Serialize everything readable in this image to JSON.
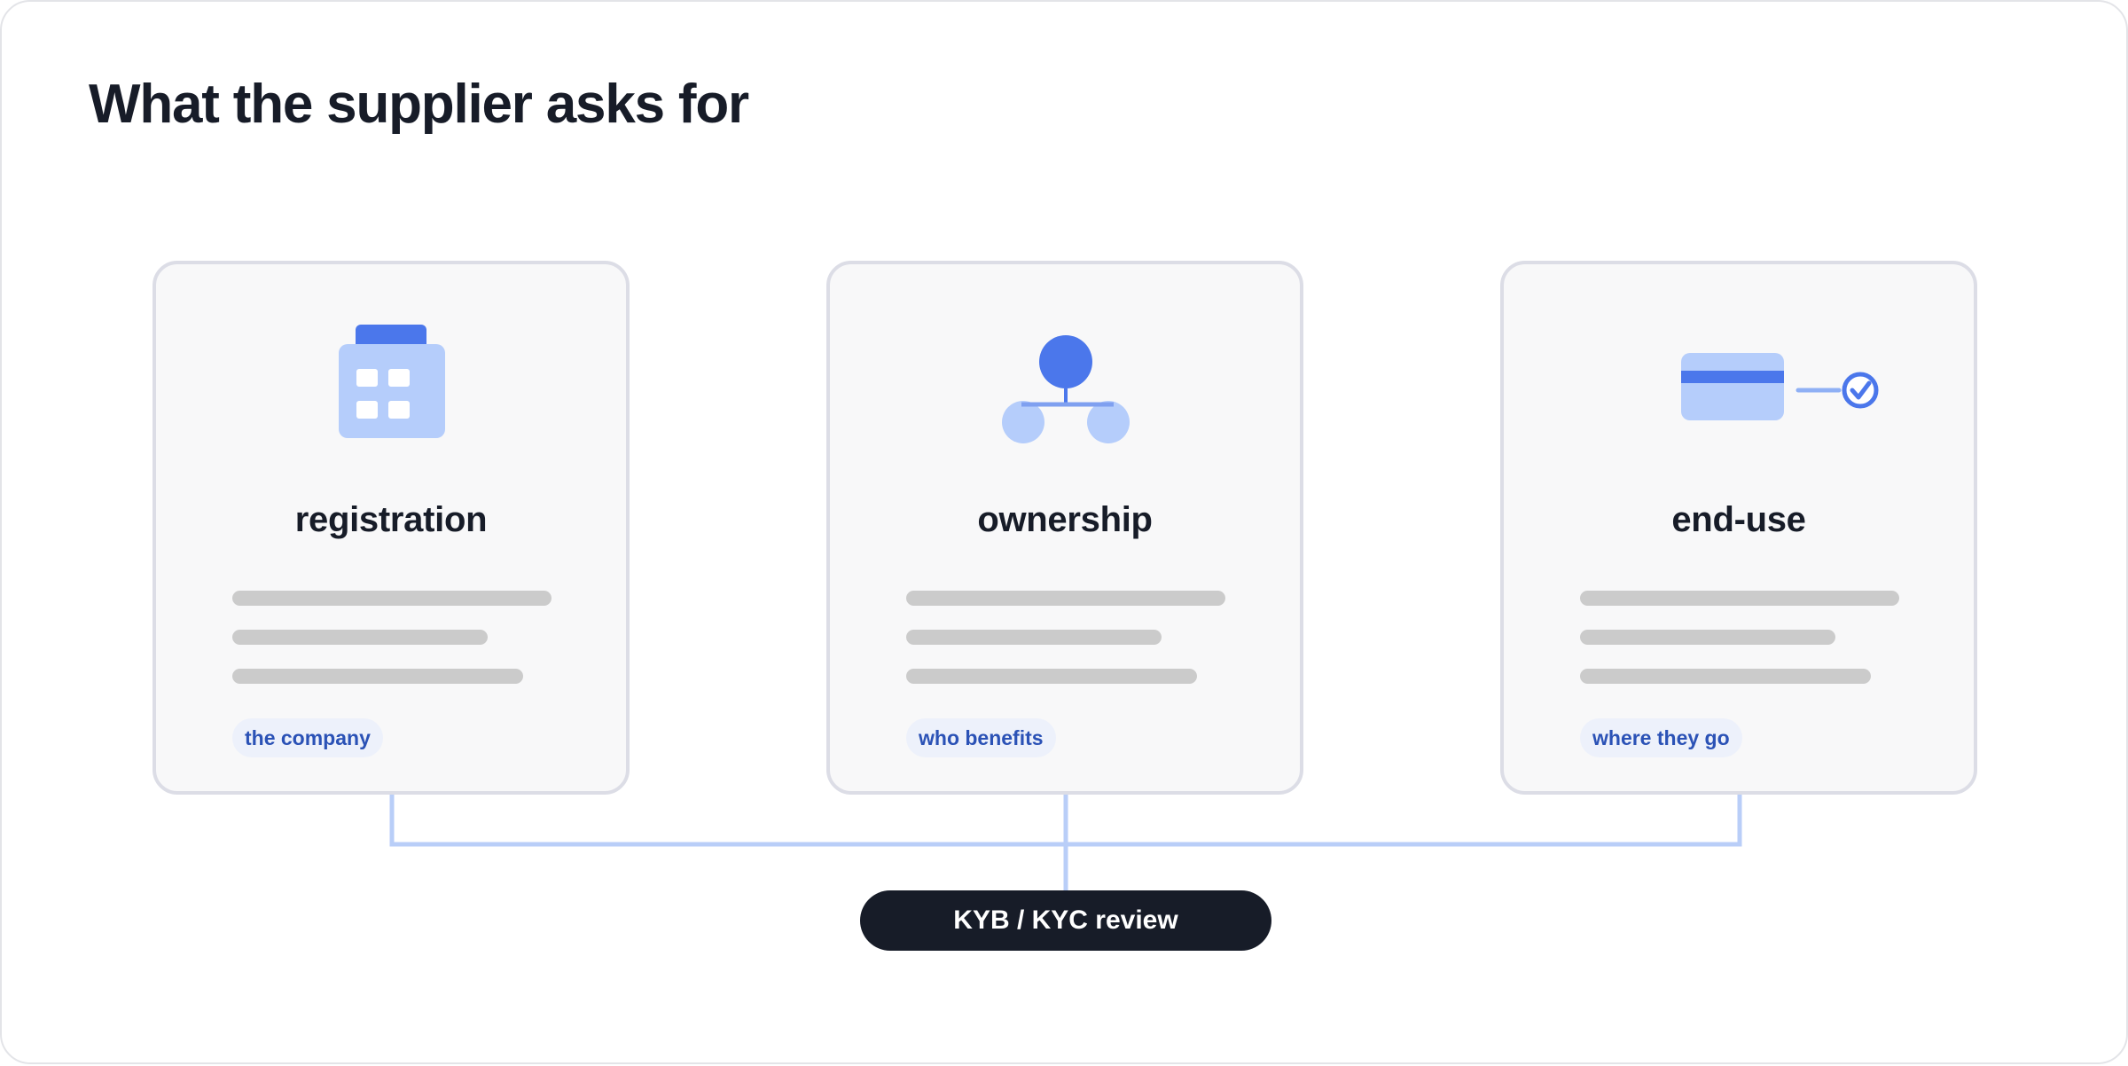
{
  "title": "What the supplier asks for",
  "colors": {
    "accent": "#4b77eb",
    "accent_light": "#b5cdfb",
    "connector": "#b9cef8",
    "card_bg": "#f8f8f9",
    "card_border": "#dcdde6",
    "text_dark": "#171c28",
    "tag_bg": "#edf1fb",
    "tag_text": "#2b52b6",
    "placeholder_line": "#cbcbcb"
  },
  "cards": [
    {
      "icon": "building-icon",
      "title": "registration",
      "tag": "the company"
    },
    {
      "icon": "org-chart-icon",
      "title": "ownership",
      "tag": "who benefits"
    },
    {
      "icon": "card-check-icon",
      "title": "end-use",
      "tag": "where they go"
    }
  ],
  "review": {
    "label": "KYB / KYC review"
  }
}
